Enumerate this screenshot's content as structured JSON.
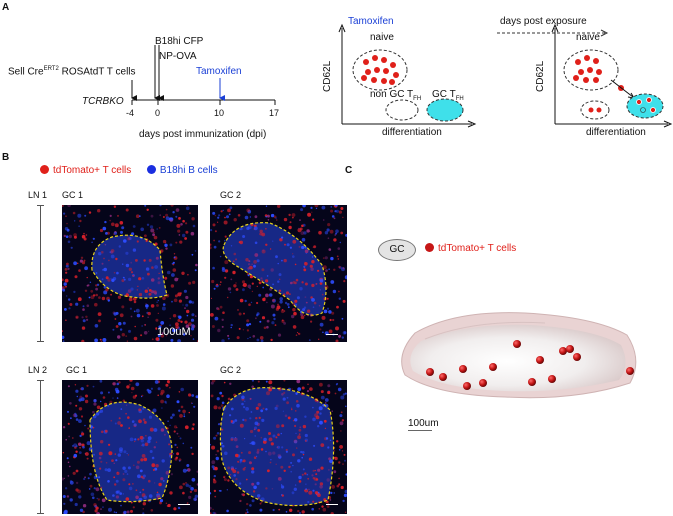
{
  "panel_a": {
    "letter": "A",
    "timeline": {
      "mouse_line_prefix": "Sell Cre",
      "mouse_line_sup": "ERT2",
      "mouse_line_suffix": " ROSAtdT T cells",
      "recipient": "TCRBKO",
      "immunization_line1": "B18hi CFP",
      "immunization_line2": "NP-OVA",
      "tamoxifen_label": "Tamoxifen",
      "ticks": [
        "-4",
        "0",
        "10",
        "17"
      ],
      "xlabel": "days post immunization (dpi)"
    },
    "schema_left": {
      "tamoxifen_label": "Tamoxifen",
      "naive_label": "naive",
      "ylabel": "CD62L",
      "xlabel": "differentiation",
      "non_gc_prefix": "non GC T",
      "non_gc_sub": "FH",
      "gc_prefix": "GC T",
      "gc_sub": "FH"
    },
    "arrow_label": "days post exposure",
    "schema_right": {
      "naive_label": "naive",
      "ylabel": "CD62L",
      "xlabel": "differentiation"
    }
  },
  "panel_b": {
    "letter": "B",
    "legend": [
      {
        "label": "tdTomato+ T cells",
        "color": "#e0201a"
      },
      {
        "label": "B18hi B cells",
        "color": "#1a2ee0"
      }
    ],
    "rows": [
      {
        "ln_label": "LN 1",
        "gc_labels": [
          "GC 1",
          "GC 2"
        ],
        "scale_label": "100uM"
      },
      {
        "ln_label": "LN 2",
        "gc_labels": [
          "GC 1",
          "GC 2"
        ]
      }
    ]
  },
  "panel_c": {
    "letter": "C",
    "gc_badge": "GC",
    "legend_label": "tdTomato+ T cells",
    "scale_label": "100um"
  },
  "colors": {
    "red": "#e0201a",
    "blue": "#1a3fd6",
    "cyan": "#3fe0ea",
    "gc_outline": "#e8d21a"
  }
}
